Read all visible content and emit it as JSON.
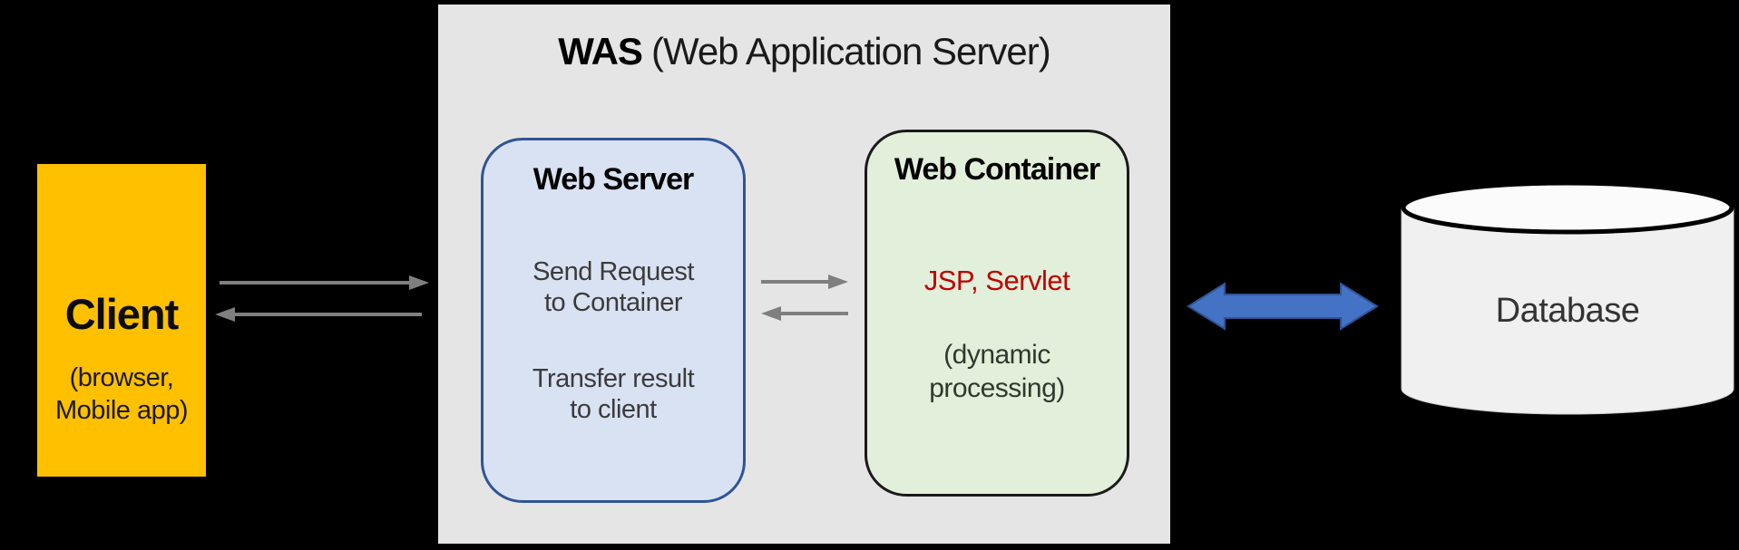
{
  "colors": {
    "background": "#000000",
    "client_fill": "#FFC000",
    "was_panel_fill": "#E6E5E5",
    "web_server_fill": "#D9E2F3",
    "web_server_border": "#2F5496",
    "web_container_fill": "#E2EFDA",
    "web_container_border": "#1A1A1A",
    "tech_text": "#C00000",
    "arrow_gray": "#7F7F7F",
    "blue_arrow_fill": "#4472C4",
    "blue_arrow_border": "#2F5496",
    "database_body_fill": "#F0F0F0",
    "database_top_fill": "#FBFBFB",
    "database_top_stroke": "#000000"
  },
  "client": {
    "title": "Client",
    "subtitle": [
      "(browser,",
      "Mobile app)"
    ]
  },
  "was": {
    "title_acronym": "WAS",
    "title_expansion": "(Web Application Server)"
  },
  "web_server": {
    "title": "Web Server",
    "body1": [
      "Send Request",
      "to Container"
    ],
    "body2": [
      "Transfer result",
      "to client"
    ]
  },
  "web_container": {
    "title": "Web Container",
    "tech": "JSP, Servlet",
    "note": [
      "(dynamic",
      "processing)"
    ]
  },
  "database": {
    "label": "Database"
  }
}
